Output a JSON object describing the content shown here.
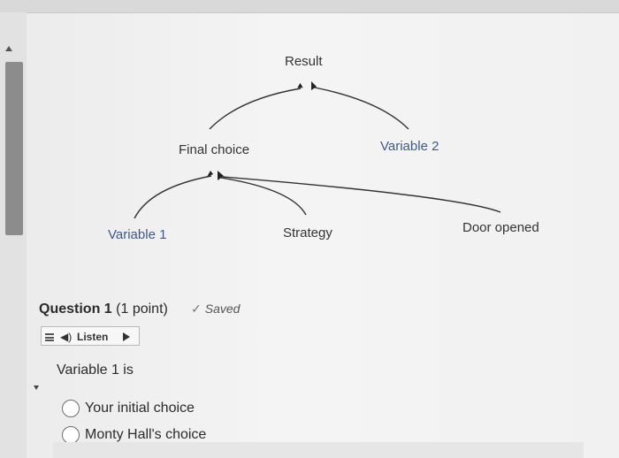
{
  "diagram": {
    "nodes": {
      "result": "Result",
      "final_choice": "Final choice",
      "variable_2": "Variable 2",
      "variable_1": "Variable 1",
      "strategy": "Strategy",
      "door_opened": "Door opened"
    }
  },
  "question": {
    "title": "Question 1",
    "points": "(1 point)",
    "status": "Saved",
    "listen_label": "Listen",
    "prompt": "Variable 1 is",
    "options": [
      "Your initial choice",
      "Monty Hall's choice"
    ]
  },
  "colors": {
    "link_blue": "#3d5a8a",
    "text_dark": "#333333"
  },
  "icons": [
    "check-icon",
    "speaker-icon",
    "play-icon",
    "menu-icon"
  ]
}
